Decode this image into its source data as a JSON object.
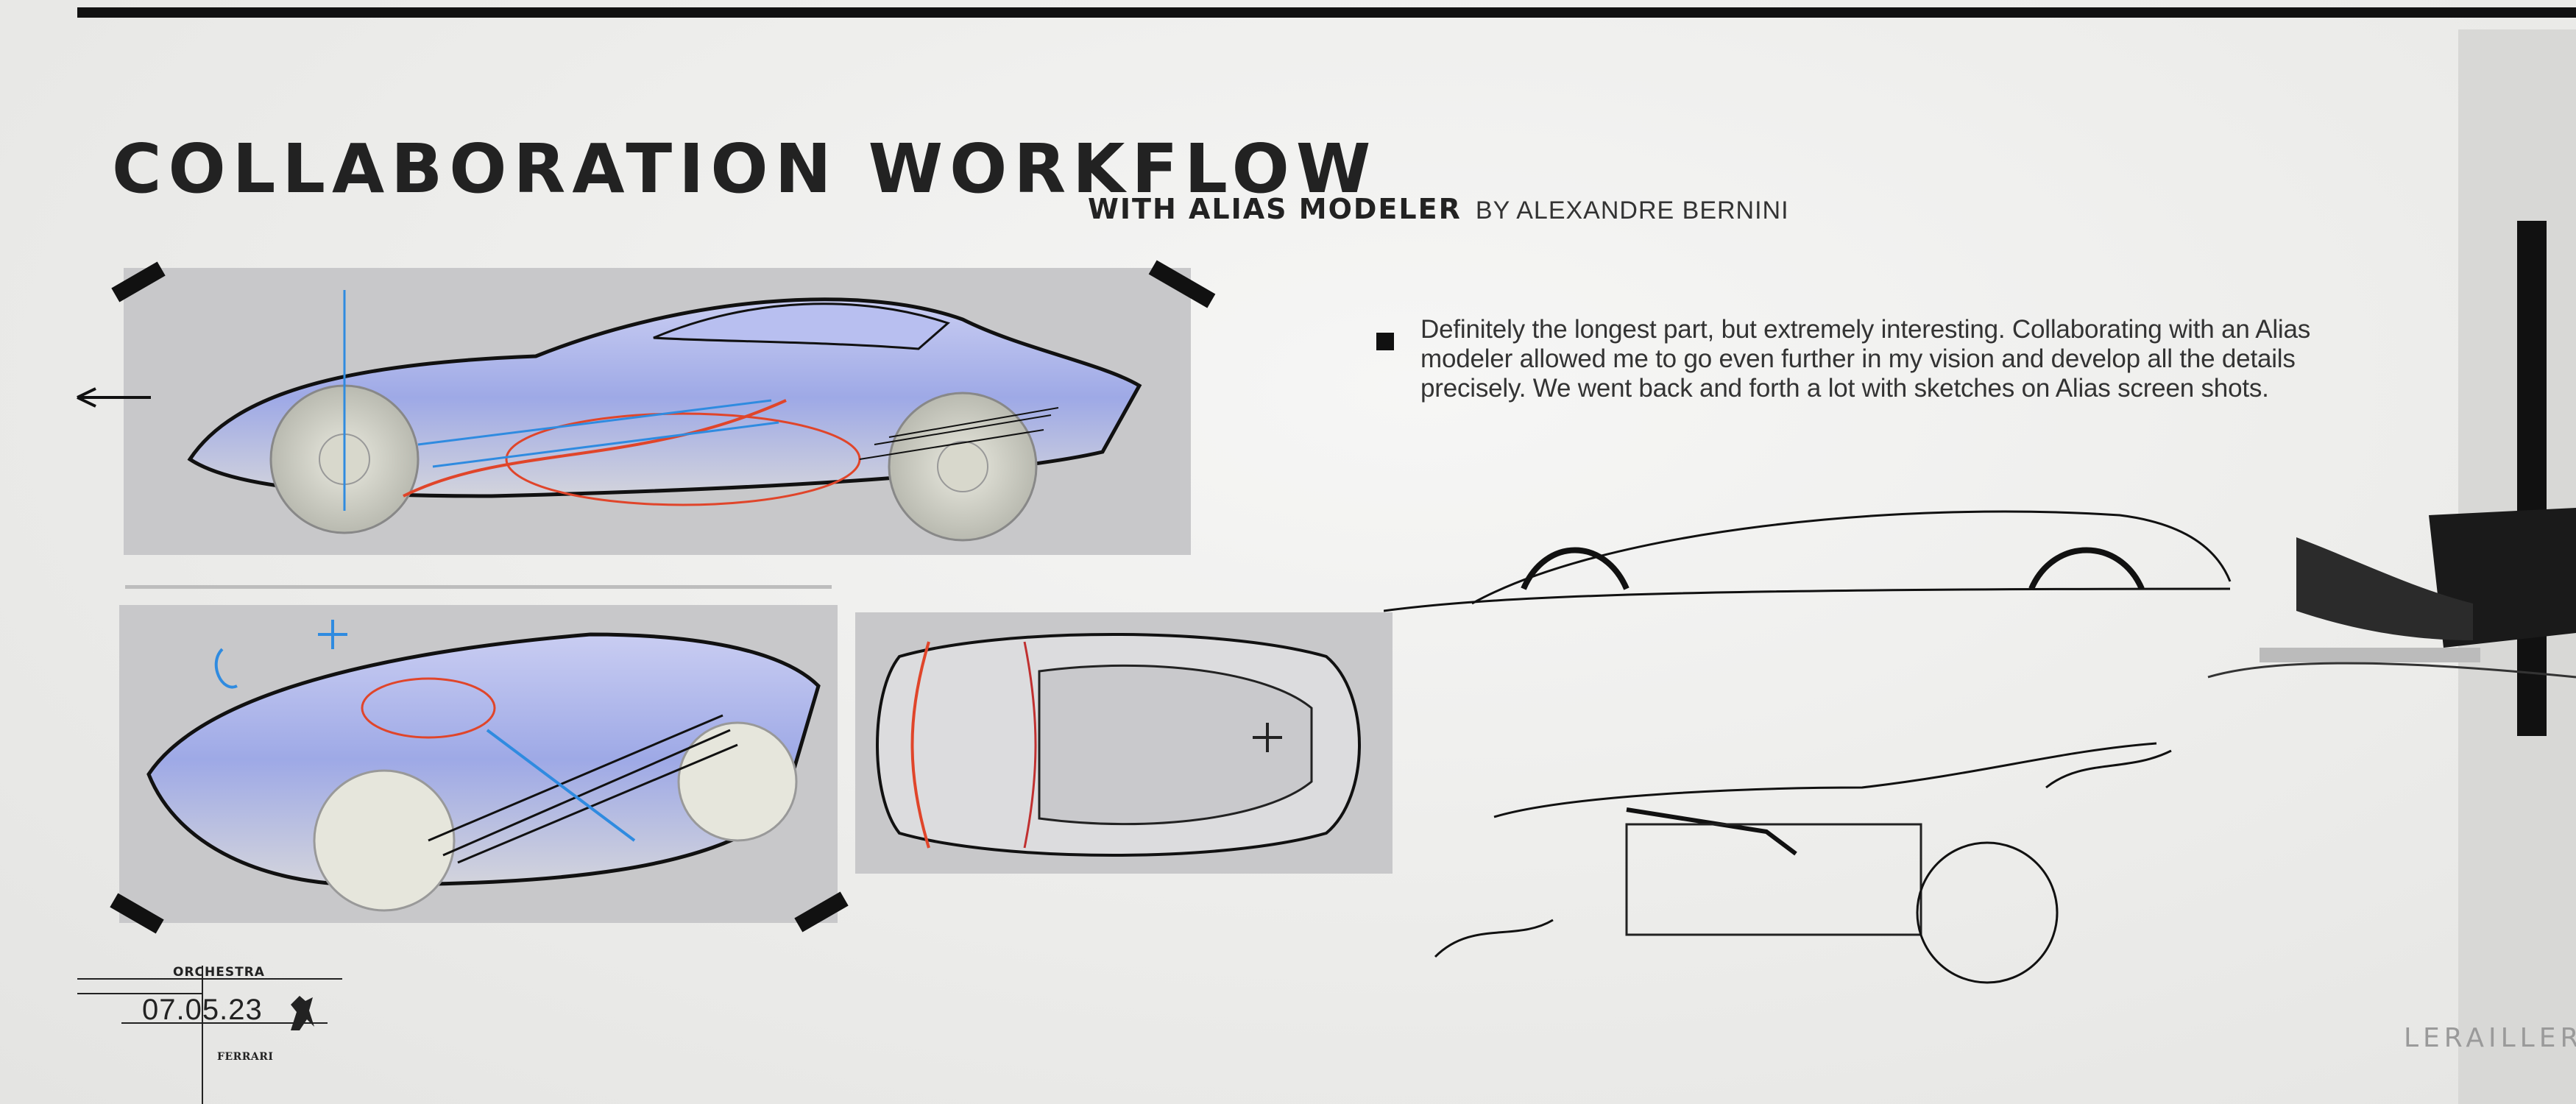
{
  "header": {
    "title": "COLLABORATION WORKFLOW",
    "subtitle_main": "WITH ALIAS MODELER",
    "subtitle_by": "BY ALEXANDRE BERNINI"
  },
  "description": {
    "text": "Definitely the longest part, but extremely interesting. Collaborating with an Alias modeler allowed me to go even further in my vision and develop all the details precisely. We went back and forth a lot with sketches on Alias screen shots."
  },
  "stamp": {
    "project": "ORCHESTRA",
    "date": "07.05.23",
    "brand": "FERRARI"
  },
  "signature": "LERAILLER",
  "colors": {
    "ink": "#111111",
    "panel_bg": "#c8c8ca",
    "body_blue": "#aab4e8",
    "markup_red": "#e0452a",
    "markup_blue": "#2f8be0",
    "text": "#333333"
  },
  "icons": {
    "bullet": "square-bullet-icon",
    "logo": "prancing-horse-icon"
  }
}
